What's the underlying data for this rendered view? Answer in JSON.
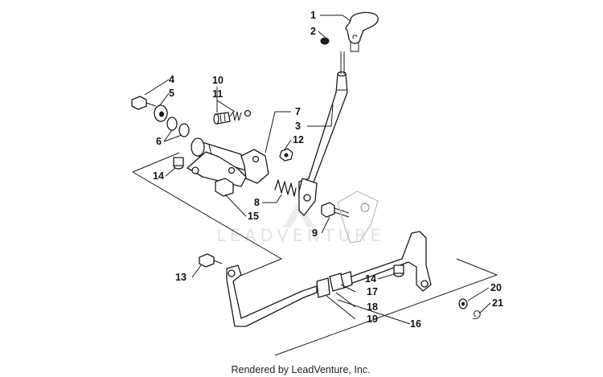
{
  "watermark": {
    "text": "LEADVENTURE"
  },
  "footer": {
    "text": "Rendered by LeadVenture, Inc."
  },
  "callouts": [
    {
      "id": "1",
      "label": "1"
    },
    {
      "id": "2",
      "label": "2"
    },
    {
      "id": "3",
      "label": "3"
    },
    {
      "id": "4",
      "label": "4"
    },
    {
      "id": "5",
      "label": "5"
    },
    {
      "id": "6",
      "label": "6"
    },
    {
      "id": "7",
      "label": "7"
    },
    {
      "id": "8",
      "label": "8"
    },
    {
      "id": "9",
      "label": "9"
    },
    {
      "id": "10",
      "label": "10"
    },
    {
      "id": "11",
      "label": "11"
    },
    {
      "id": "12",
      "label": "12"
    },
    {
      "id": "13",
      "label": "13"
    },
    {
      "id": "14a",
      "label": "14"
    },
    {
      "id": "14b",
      "label": "14"
    },
    {
      "id": "15",
      "label": "15"
    },
    {
      "id": "16",
      "label": "16"
    },
    {
      "id": "17",
      "label": "17"
    },
    {
      "id": "18",
      "label": "18"
    },
    {
      "id": "19",
      "label": "19"
    },
    {
      "id": "20",
      "label": "20"
    },
    {
      "id": "21",
      "label": "21"
    }
  ]
}
